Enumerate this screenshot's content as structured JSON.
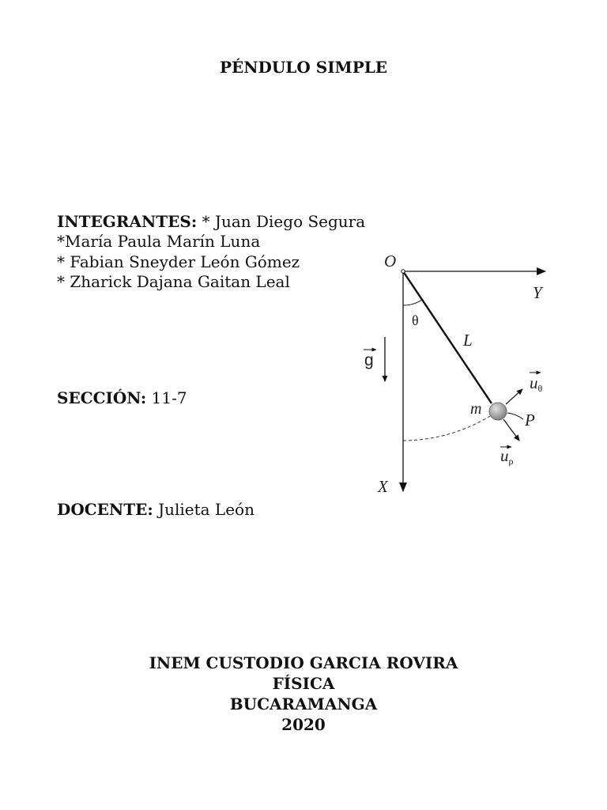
{
  "title": "PÉNDULO SIMPLE",
  "members": {
    "label": "INTEGRANTES:",
    "names": [
      "* Juan Diego Segura",
      "*María Paula Marín Luna",
      "* Fabian Sneyder León Gómez",
      "* Zharick Dajana Gaitan Leal"
    ]
  },
  "section": {
    "label": "SECCIÓN:",
    "value": "11-7"
  },
  "teacher": {
    "label": "DOCENTE:",
    "value": "Julieta León"
  },
  "footer": {
    "school": "INEM CUSTODIO GARCIA ROVIRA",
    "subject": "FÍSICA",
    "city": "BUCARAMANGA",
    "year": "2020"
  },
  "diagram": {
    "labels": {
      "origin": "O",
      "y_axis": "Y",
      "x_axis": "X",
      "angle": "θ",
      "length": "L",
      "mass": "m",
      "point": "P",
      "gravity": "g",
      "u_theta": "u",
      "u_theta_sub": "θ",
      "u_rho": "u",
      "u_rho_sub": "ρ"
    }
  }
}
